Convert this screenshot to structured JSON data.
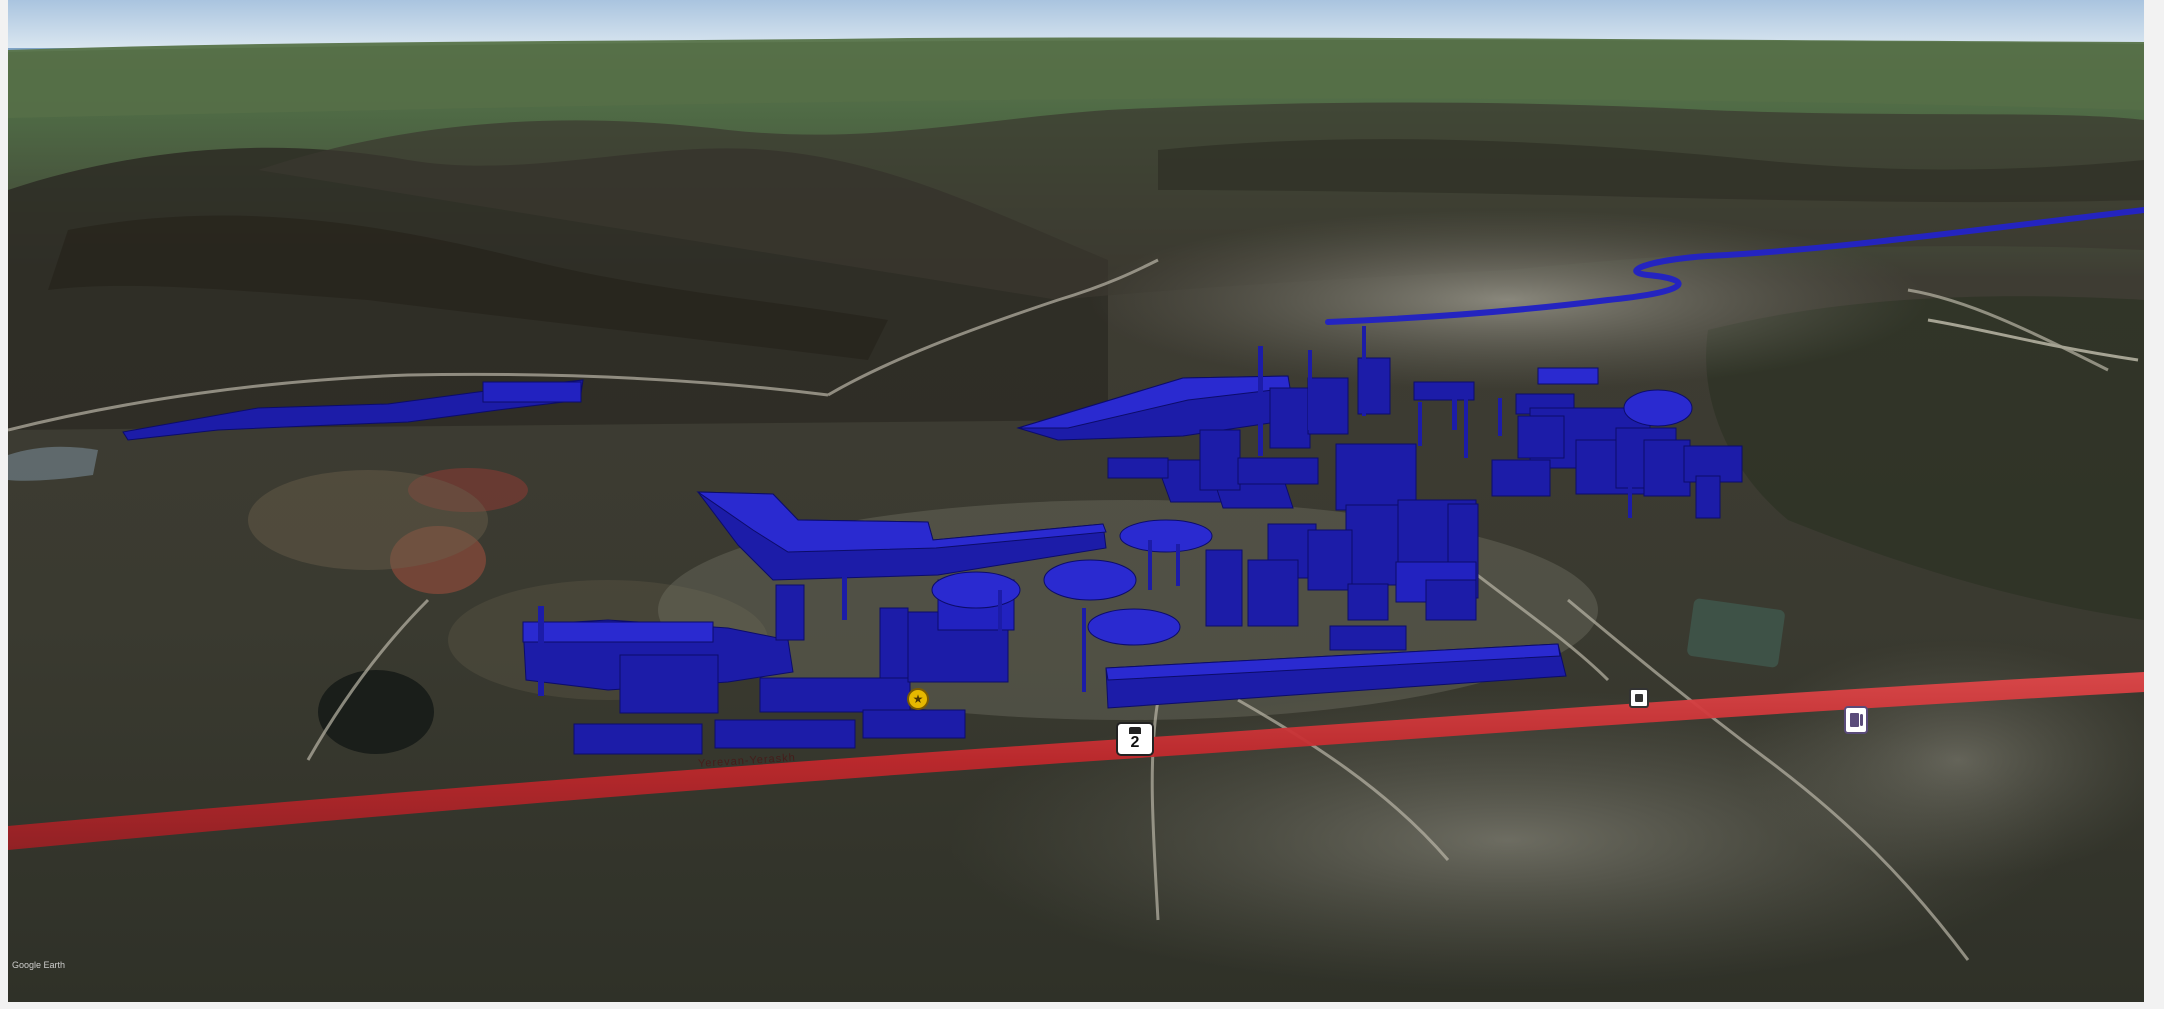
{
  "map": {
    "view": "3d-satellite",
    "road_label": "Yerevan-Yeraskh",
    "route_shield": "2",
    "attribution": "Google Earth",
    "colors": {
      "buildings": "#1c1ca8",
      "buildings_top": "#2a2ad0",
      "highway": "#c0282c",
      "river": "#2424c0"
    },
    "icons": [
      "route-shield-icon",
      "poi-square-icon",
      "fuel-station-icon",
      "place-star-icon"
    ]
  }
}
